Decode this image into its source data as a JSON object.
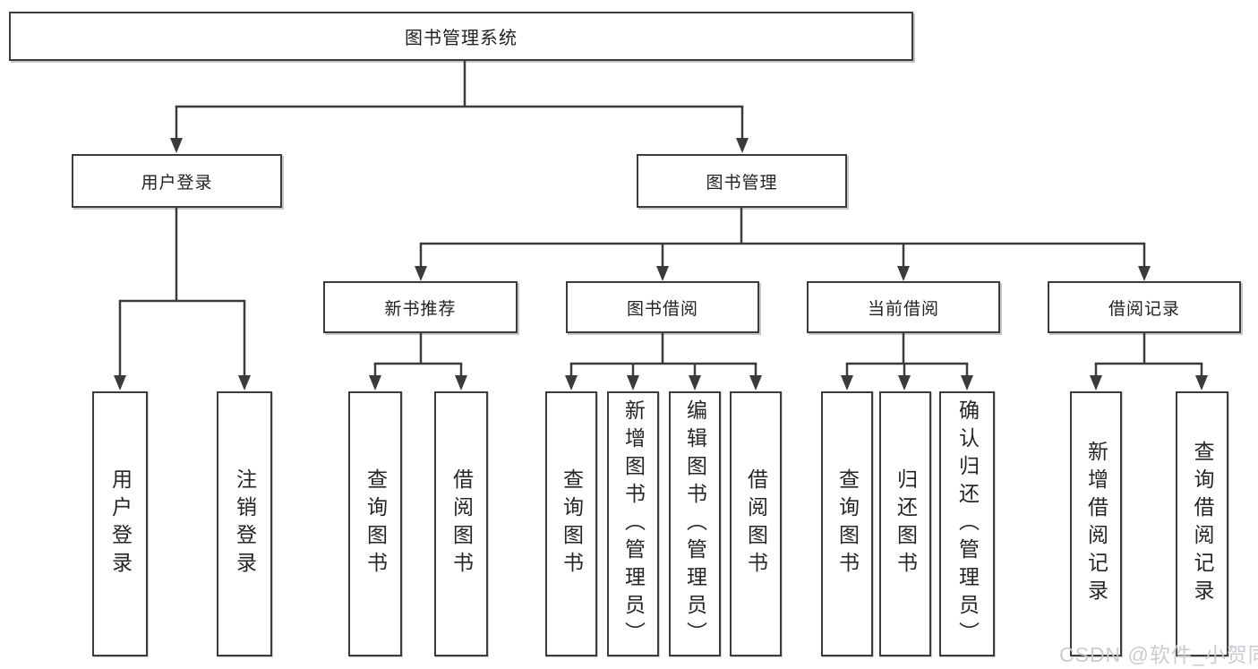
{
  "tree": {
    "root": "图书管理系统",
    "l2": [
      "用户登录",
      "图书管理"
    ],
    "l3": [
      "新书推荐",
      "图书借阅",
      "当前借阅",
      "借阅记录"
    ],
    "leaves_user": [
      "用户登录",
      "注销登录"
    ],
    "leaves_newbook": [
      "查询图书",
      "借阅图书"
    ],
    "leaves_bookborrow": [
      "查询图书",
      "新增图书（管理员）",
      "编辑图书（管理员）",
      "借阅图书"
    ],
    "leaves_currentborrow": [
      "查询图书",
      "归还图书",
      "确认归还（管理员）"
    ],
    "leaves_record": [
      "新增借阅记录",
      "查询借阅记录"
    ]
  },
  "watermark": "CSDN @软件_小贺同学",
  "colors": {
    "line": "#3b3b3b",
    "node_border": "#3b3b3b",
    "text": "#262626",
    "watermark": "#c6c9ce",
    "background": "#ffffff"
  }
}
